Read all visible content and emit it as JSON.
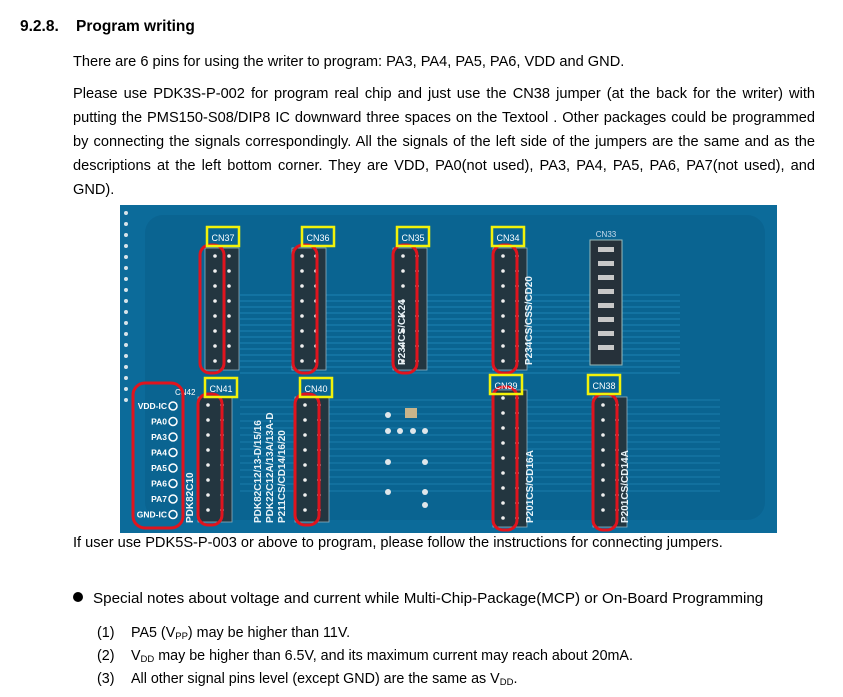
{
  "heading": {
    "number": "9.2.8.",
    "title": "Program writing"
  },
  "paragraphs": [
    "There are 6 pins for using the writer to program: PA3, PA4, PA5, PA6, VDD and GND.",
    "Please use PDK3S-P-002 for program real chip and just use the CN38 jumper (at the back for the writer) with putting the PMS150-S08/DIP8 IC downward three spaces on the Textool . Other packages could be programmed by connecting the signals correspondingly. All the signals of the left side of the jumpers are the same and as the descriptions at the left bottom corner. They are VDD, PA0(not used), PA3, PA4, PA5, PA6, PA7(not used), and GND).",
    "If user use PDK5S-P-003 or above to program, please follow the instructions for connecting jumpers."
  ],
  "photo": {
    "connectors": [
      "CN37",
      "CN36",
      "CN35",
      "CN34",
      "CN33",
      "CN41",
      "CN40",
      "CN39",
      "CN38",
      "CN42"
    ],
    "pin_labels": [
      "VDD-IC",
      "PA0",
      "PA3",
      "PA4",
      "PA5",
      "PA6",
      "PA7",
      "GND-IC"
    ],
    "silkscreen": [
      "P234CS/CK24",
      "P234CS/CSS/CD20",
      "PDK82C10",
      "PDK82C12/13-D/15/16",
      "PDK22C12A/13A/13A-D",
      "P211CS/CD14/16/20",
      "P201CS/CD16A",
      "P201CS/CD14A"
    ],
    "colors": {
      "board": "#0c6b9a",
      "highlight_red": "#e0141e",
      "highlight_yellow": "#f2f20a"
    }
  },
  "notes": {
    "bullet": "Special notes about voltage and current while Multi-Chip-Package(MCP) or On-Board Programming",
    "items": [
      {
        "num": "(1)",
        "pre": "PA5 (V",
        "sub": "PP",
        "post": ") may be higher than 11V."
      },
      {
        "num": "(2)",
        "pre": "V",
        "sub": "DD",
        "post": " may be higher than 6.5V, and its maximum current may reach about 20mA."
      },
      {
        "num": "(3)",
        "pre": "All other signal pins level (except GND) are the same as V",
        "sub": "DD",
        "post": "."
      }
    ]
  }
}
